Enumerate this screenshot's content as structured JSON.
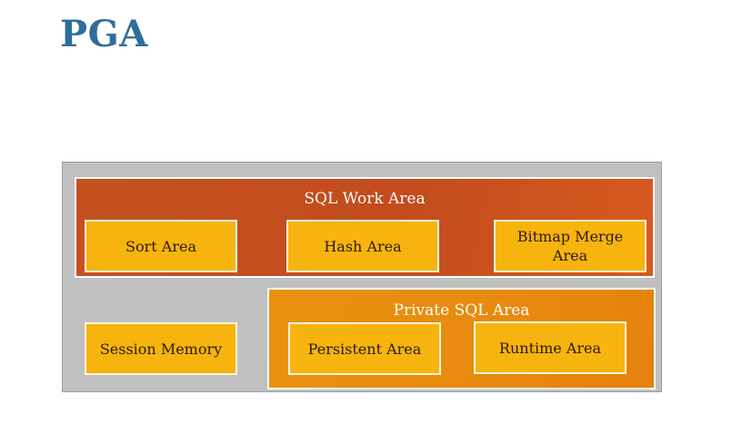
{
  "title": "PGA",
  "sql_work_area": {
    "label": "SQL Work Area",
    "items": [
      {
        "label": "Sort Area"
      },
      {
        "label": "Hash Area"
      },
      {
        "label": "Bitmap Merge\nArea"
      }
    ]
  },
  "session_memory": {
    "label": "Session Memory"
  },
  "private_sql_area": {
    "label": "Private SQL Area",
    "items": [
      {
        "label": "Persistent Area"
      },
      {
        "label": "Runtime Area"
      }
    ]
  },
  "colors": {
    "title": "#2f6e9b",
    "pga_background": "#c0c0c0",
    "sql_work_area": "#c24c1d",
    "private_sql_area": "#e88a0e",
    "cells": "#f7b40e"
  }
}
